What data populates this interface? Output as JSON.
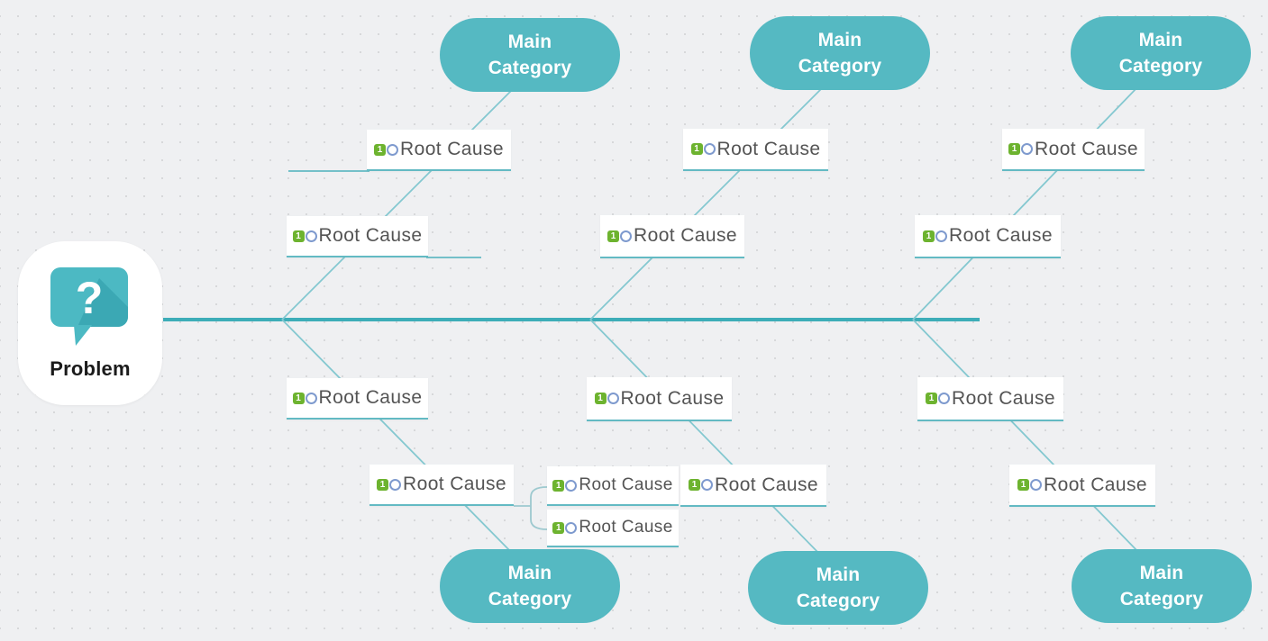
{
  "problem": {
    "label": "Problem",
    "icon": "question-mark-speech-bubble-icon"
  },
  "main_categories": [
    {
      "label": "Main Category",
      "position": "top-left"
    },
    {
      "label": "Main Category",
      "position": "top-middle"
    },
    {
      "label": "Main Category",
      "position": "top-right"
    },
    {
      "label": "Main Category",
      "position": "bottom-left"
    },
    {
      "label": "Main Category",
      "position": "bottom-middle"
    },
    {
      "label": "Main Category",
      "position": "bottom-right"
    }
  ],
  "root_causes": [
    {
      "label": "Root Cause"
    },
    {
      "label": "Root Cause"
    },
    {
      "label": "Root Cause"
    },
    {
      "label": "Root Cause"
    },
    {
      "label": "Root Cause"
    },
    {
      "label": "Root Cause"
    },
    {
      "label": "Root Cause"
    },
    {
      "label": "Root Cause"
    },
    {
      "label": "Root Cause"
    },
    {
      "label": "Root Cause"
    },
    {
      "label": "Root Cause"
    },
    {
      "label": "Root Cause"
    },
    {
      "label": "Root Cause"
    },
    {
      "label": "Root Cause"
    }
  ],
  "icons": {
    "badge_number": "1"
  },
  "colors": {
    "background": "#eff0f2",
    "dot_grid": "#d7d8da",
    "spine_teal": "#3dadb8",
    "bone_teal": "#84c8d0",
    "underline_teal": "#63bac3",
    "bubble_teal": "#55b9c2",
    "bubble_icon_teal": "#4cb9c3",
    "bubble_icon_shadow": "#3ba8b4",
    "green_badge": "#6db32f",
    "circle_icon_blue": "#7e9ace",
    "text_dark": "#545454"
  }
}
